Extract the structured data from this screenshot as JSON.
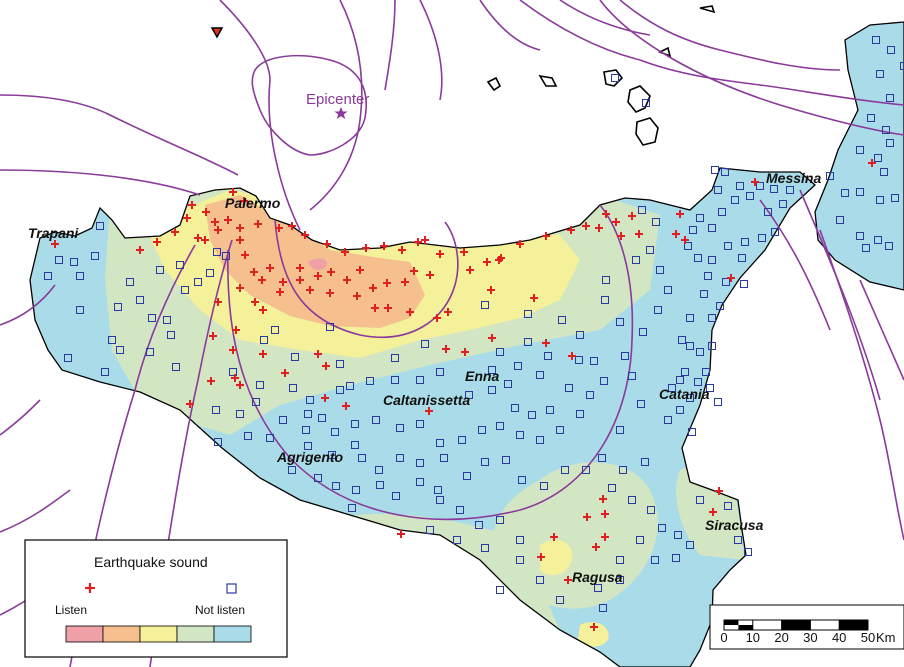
{
  "map": {
    "epicenter_label": "Epicenter",
    "cities": [
      {
        "name": "Palermo"
      },
      {
        "name": "Trapani"
      },
      {
        "name": "Messina"
      },
      {
        "name": "Enna"
      },
      {
        "name": "Caltanissetta"
      },
      {
        "name": "Catania"
      },
      {
        "name": "Agrigento"
      },
      {
        "name": "Siracusa"
      },
      {
        "name": "Ragusa"
      }
    ]
  },
  "legend": {
    "title": "Earthquake sound",
    "listen_label": "Listen",
    "not_listen_label": "Not listen",
    "scale_colors": [
      "#f0a0a8",
      "#f5c08e",
      "#f5f09a",
      "#d3e6c4",
      "#aadbe8"
    ]
  },
  "scale_bar": {
    "ticks": [
      "0",
      "10",
      "20",
      "30",
      "40",
      "50"
    ],
    "unit": "Km"
  },
  "colors": {
    "listen_marker": "#e02020",
    "not_listen_marker": "#2a3aa0",
    "isoline": "#8a3a9a",
    "coast": "#000000"
  },
  "icons": {
    "listen": "red-cross-icon",
    "not_listen": "blue-square-icon",
    "epicenter": "star-icon"
  }
}
